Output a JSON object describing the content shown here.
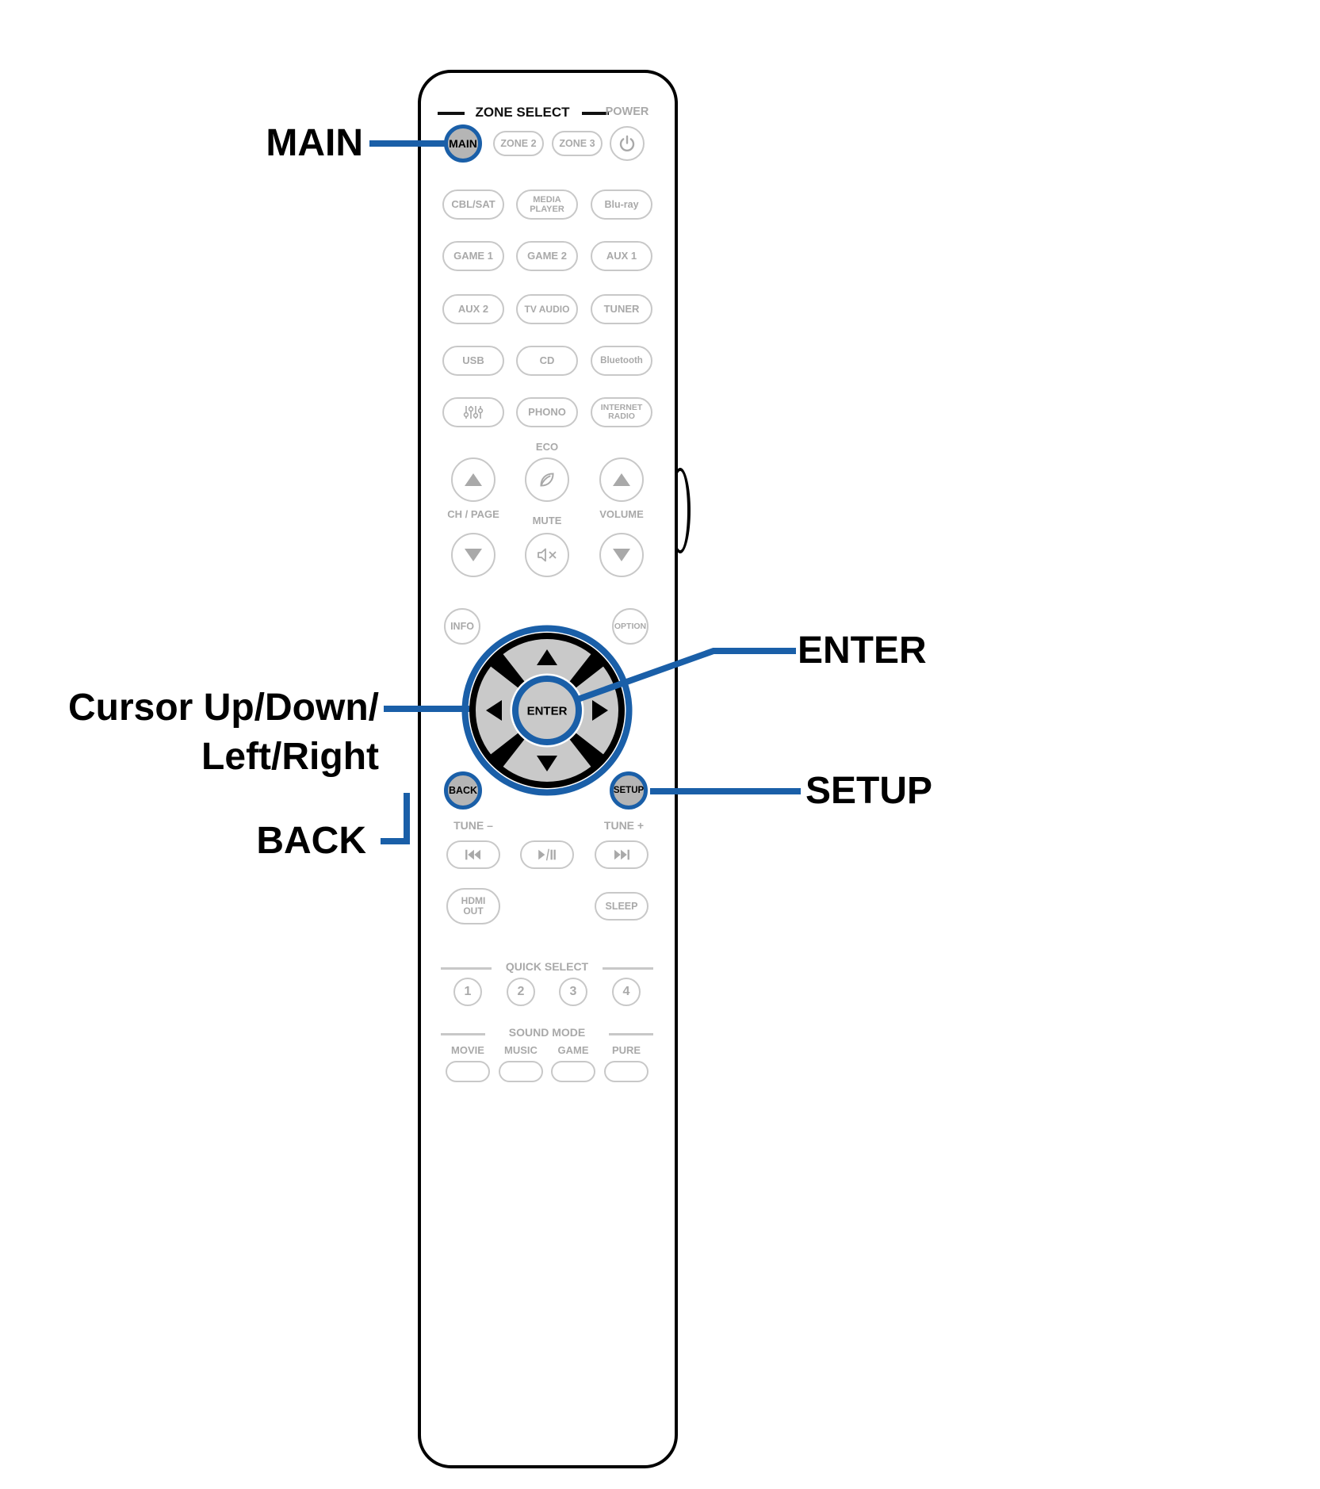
{
  "colors": {
    "callout_blue": "#1a5fa8",
    "outline_gray": "#c8c8c8",
    "text_gray": "#a9a9a9",
    "highlight_fill": "#b5b5b5",
    "pad_black": "#000000"
  },
  "callouts": {
    "main": "MAIN",
    "cursor_line1": "Cursor Up/Down/",
    "cursor_line2": "Left/Right",
    "back": "BACK",
    "enter": "ENTER",
    "setup": "SETUP"
  },
  "remote": {
    "header": {
      "zone_select": "ZONE SELECT",
      "power": "POWER"
    },
    "zone": {
      "main": "MAIN",
      "zone2": "ZONE 2",
      "zone3": "ZONE 3"
    },
    "sources": {
      "cbl_sat": "CBL/SAT",
      "media_player": "MEDIA\nPLAYER",
      "blu_ray": "Blu-ray",
      "game1": "GAME 1",
      "game2": "GAME 2",
      "aux1": "AUX 1",
      "aux2": "AUX 2",
      "tv_audio": "TV AUDIO",
      "tuner": "TUNER",
      "usb": "USB",
      "cd": "CD",
      "bluetooth": "Bluetooth",
      "phono": "PHONO",
      "internet_radio": "INTERNET\nRADIO"
    },
    "labels": {
      "eco": "ECO",
      "ch_page": "CH / PAGE",
      "mute": "MUTE",
      "volume": "VOLUME",
      "tune_minus": "TUNE –",
      "tune_plus": "TUNE +",
      "quick_select": "QUICK SELECT",
      "sound_mode": "SOUND MODE",
      "movie": "MOVIE",
      "music": "MUSIC",
      "game": "GAME",
      "pure": "PURE"
    },
    "buttons": {
      "info": "INFO",
      "option": "OPTION",
      "enter": "ENTER",
      "back": "BACK",
      "setup": "SETUP",
      "sleep": "SLEEP",
      "hdmi_out": "HDMI\nOUT",
      "qs1": "1",
      "qs2": "2",
      "qs3": "3",
      "qs4": "4"
    },
    "icons": {
      "power": "power-icon",
      "eco_leaf": "leaf-icon",
      "mute": "speaker-mute-icon",
      "equalizer": "equalizer-icon",
      "channel_up": "triangle-up-icon",
      "channel_down": "triangle-down-icon",
      "volume_up": "triangle-up-icon",
      "volume_down": "triangle-down-icon",
      "skip_back": "skip-back-icon",
      "play_pause": "play-pause-icon",
      "skip_forward": "skip-forward-icon",
      "cursor_up": "cursor-up-arrow-icon",
      "cursor_down": "cursor-down-arrow-icon",
      "cursor_left": "cursor-left-arrow-icon",
      "cursor_right": "cursor-right-arrow-icon"
    }
  }
}
